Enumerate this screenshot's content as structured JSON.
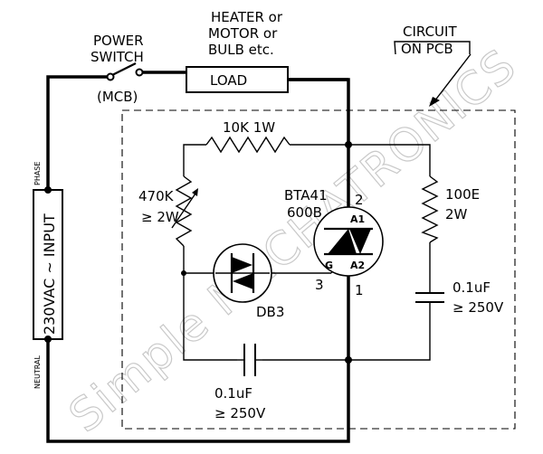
{
  "watermark": "Simple MECHATRONICS",
  "labels": {
    "load_desc": [
      "HEATER or",
      "MOTOR or",
      "BULB etc."
    ],
    "load": "LOAD",
    "power_switch": [
      "POWER",
      "SWITCH"
    ],
    "mcb": "(MCB)",
    "circuit_pcb": [
      "CIRCUIT",
      "ON PCB"
    ],
    "phase": "PHASE",
    "neutral": "NEUTRAL",
    "input": "230VAC ∼ INPUT",
    "r_top": "10K  1W",
    "pot": [
      "470K",
      "≥ 2W"
    ],
    "triac": [
      "BTA41",
      "600B"
    ],
    "diac": "DB3",
    "r_snub": [
      "100E",
      "2W"
    ],
    "c_snub": [
      "0.1uF",
      "≥ 250V"
    ],
    "c_bottom": [
      "0.1uF",
      "≥ 250V"
    ],
    "pin_2": "2",
    "pin_3": "3",
    "pin_1": "1",
    "pin_a1": "A1",
    "pin_a2": "A2",
    "pin_g": "G"
  }
}
